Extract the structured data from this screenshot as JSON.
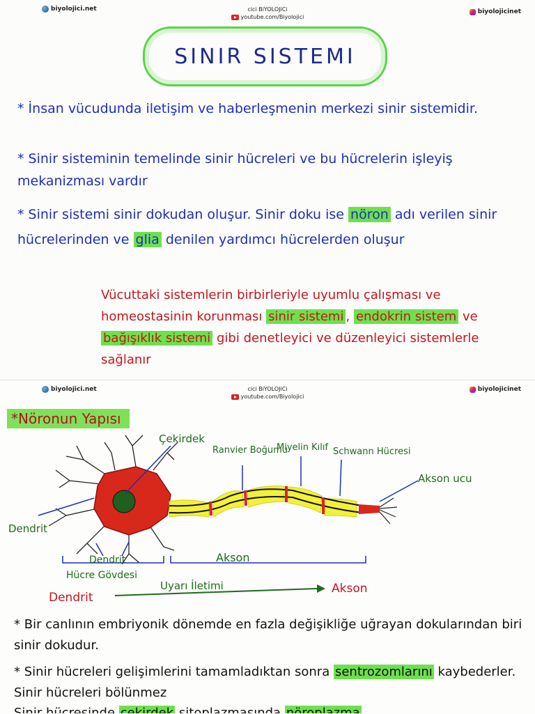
{
  "top_header": {
    "left": "biyolojici.net",
    "center_line1": "cici BiYOLOJiCi",
    "center_line2": "youtube.com/Biyolojici",
    "right": "biyolojicinet"
  },
  "title": "SINIR SISTEMI",
  "bullets": [
    {
      "marker": "*",
      "text": "İnsan vücudunda iletişim ve haberleşmenin merkezi sinir sistemidir."
    },
    {
      "marker": "*",
      "text": "Sinir sisteminin temelinde sinir hücreleri ve bu hücrelerin işleyiş mekanizması vardır"
    },
    {
      "marker": "*",
      "text_before_noron": "Sinir sistemi sinir dokudan oluşur. Sinir doku ise",
      "noron": "nöron",
      "text_mid": "adı verilen sinir hücrelerinden ve",
      "glia": "glia",
      "text_after": "denilen yardımcı hücrelerden oluşur"
    }
  ],
  "red_note": {
    "part1": "Vücuttaki sistemlerin birbirleriyle uyumlu çalışması ve homeostasinin korunması",
    "hl1": "sinir sistemi",
    "sep1": ",",
    "hl2": "endokrin sistem",
    "mid": "ve",
    "hl3": "bağışıklık sistemi",
    "part2": "gibi denetleyici ve düzenleyici sistemlerle sağlanır"
  },
  "bottom_header": {
    "left": "biyolojici.net",
    "center_line1": "cici BiYOLOJiCi",
    "center_line2": "youtube.com/Biyolojici",
    "right": "biyolojicinet"
  },
  "section_title": "*Nöronun Yapısı",
  "diagram_labels": {
    "cekirdek": "Çekirdek",
    "ranvier": "Ranvier Boğumu",
    "miyelin": "Miyelin Kılıf",
    "schwann": "Schwann Hücresi",
    "akson_ucu": "Akson ucu",
    "dendrit_left": "Dendrit",
    "dendrit_bottom": "Dendrit",
    "akson": "Akson",
    "hucre_govdesi": "Hücre Gövdesi",
    "flow_start": "Dendrit",
    "flow_label": "Uyarı İletimi",
    "flow_end": "Akson"
  },
  "bottom_notes": [
    {
      "marker": "*",
      "text": "Bir canlının embriyonik dönemde en fazla değişikliğe uğrayan dokularından biri sinir dokudur."
    },
    {
      "marker": "*",
      "text_before": "Sinir hücreleri gelişimlerini tamamladıktan sonra",
      "hl": "sentrozomlarını",
      "text_after": "kaybederler. Sinir hücreleri bölünmez"
    },
    {
      "marker": "",
      "text_before": "Sinir hücresinde",
      "hl1": "çekirdek",
      "mid": "sitoplazmasında",
      "hl2": "nöroplazma"
    }
  ],
  "colors": {
    "blue_ink": "#1d2fb8",
    "red_ink": "#c4161c",
    "highlight_green": "#6ee04e",
    "myelin_yellow": "#f3f03a",
    "cell_red": "#d8281c",
    "nucleus_green": "#1f5f1f"
  }
}
